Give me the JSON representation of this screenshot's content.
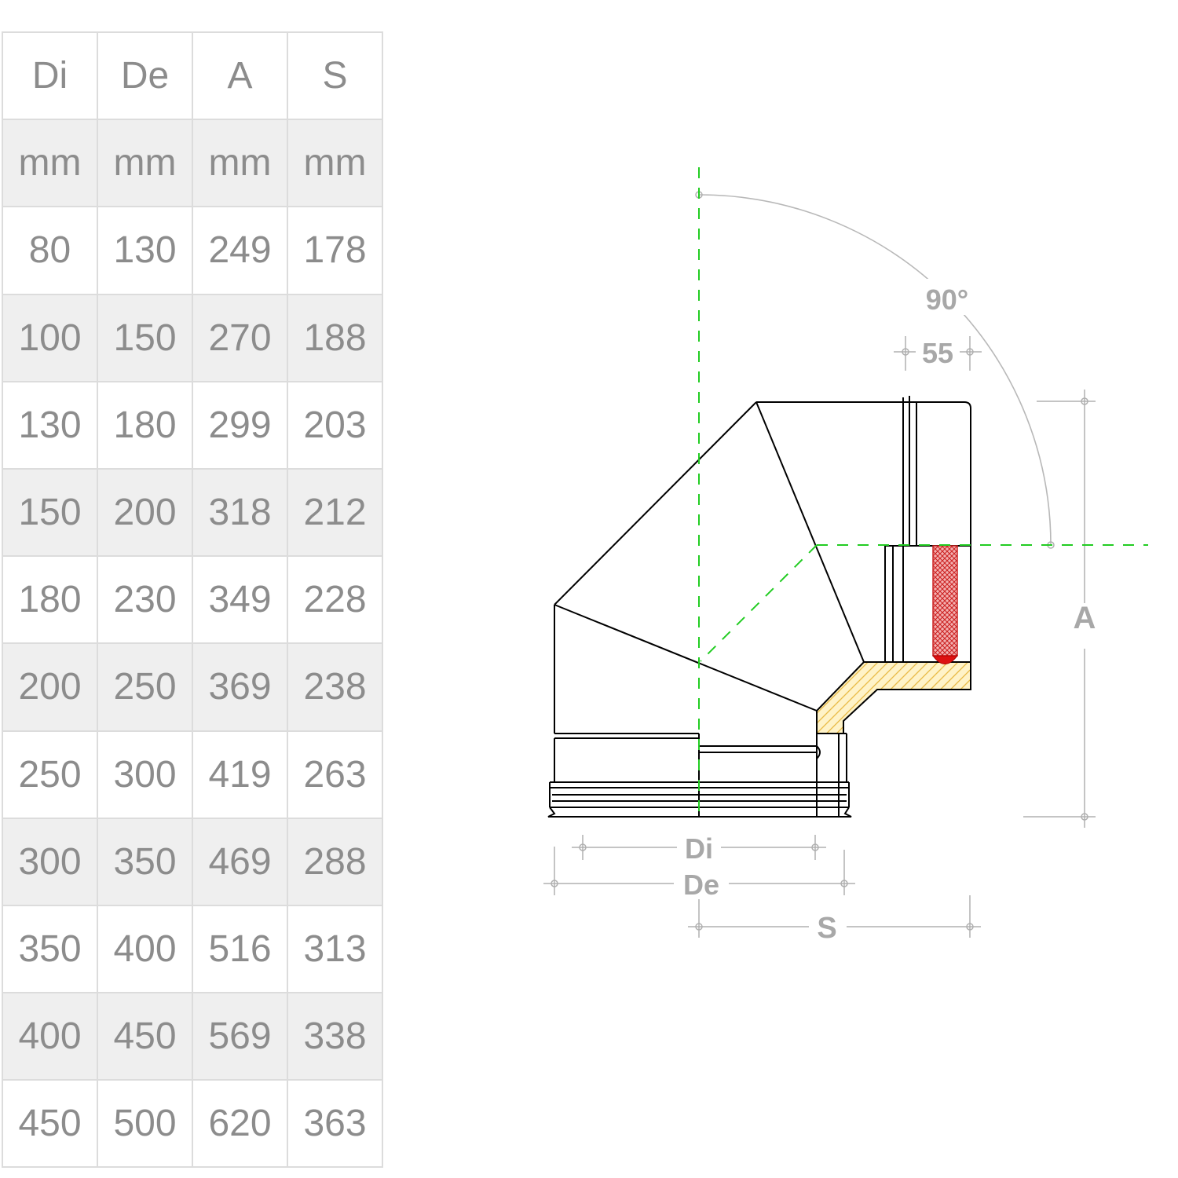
{
  "table": {
    "headers": [
      "Di",
      "De",
      "A",
      "S"
    ],
    "units": [
      "mm",
      "mm",
      "mm",
      "mm"
    ],
    "rows": [
      [
        "80",
        "130",
        "249",
        "178"
      ],
      [
        "100",
        "150",
        "270",
        "188"
      ],
      [
        "130",
        "180",
        "299",
        "203"
      ],
      [
        "150",
        "200",
        "318",
        "212"
      ],
      [
        "180",
        "230",
        "349",
        "228"
      ],
      [
        "200",
        "250",
        "369",
        "238"
      ],
      [
        "250",
        "300",
        "419",
        "263"
      ],
      [
        "300",
        "350",
        "469",
        "288"
      ],
      [
        "350",
        "400",
        "516",
        "313"
      ],
      [
        "400",
        "450",
        "569",
        "338"
      ],
      [
        "450",
        "500",
        "620",
        "363"
      ]
    ]
  },
  "drawing": {
    "angle_label": "90°",
    "offset_label": "55",
    "height_label": "A",
    "inner_diameter_label": "Di",
    "outer_diameter_label": "De",
    "shift_label": "S",
    "colors": {
      "outline": "#000000",
      "centerline": "#22cc22",
      "dimension": "#b0b0b0",
      "insulation": "#cc2222",
      "gasket_hatch": "#e8b840",
      "gasket_fill": "#fff3c8"
    }
  }
}
